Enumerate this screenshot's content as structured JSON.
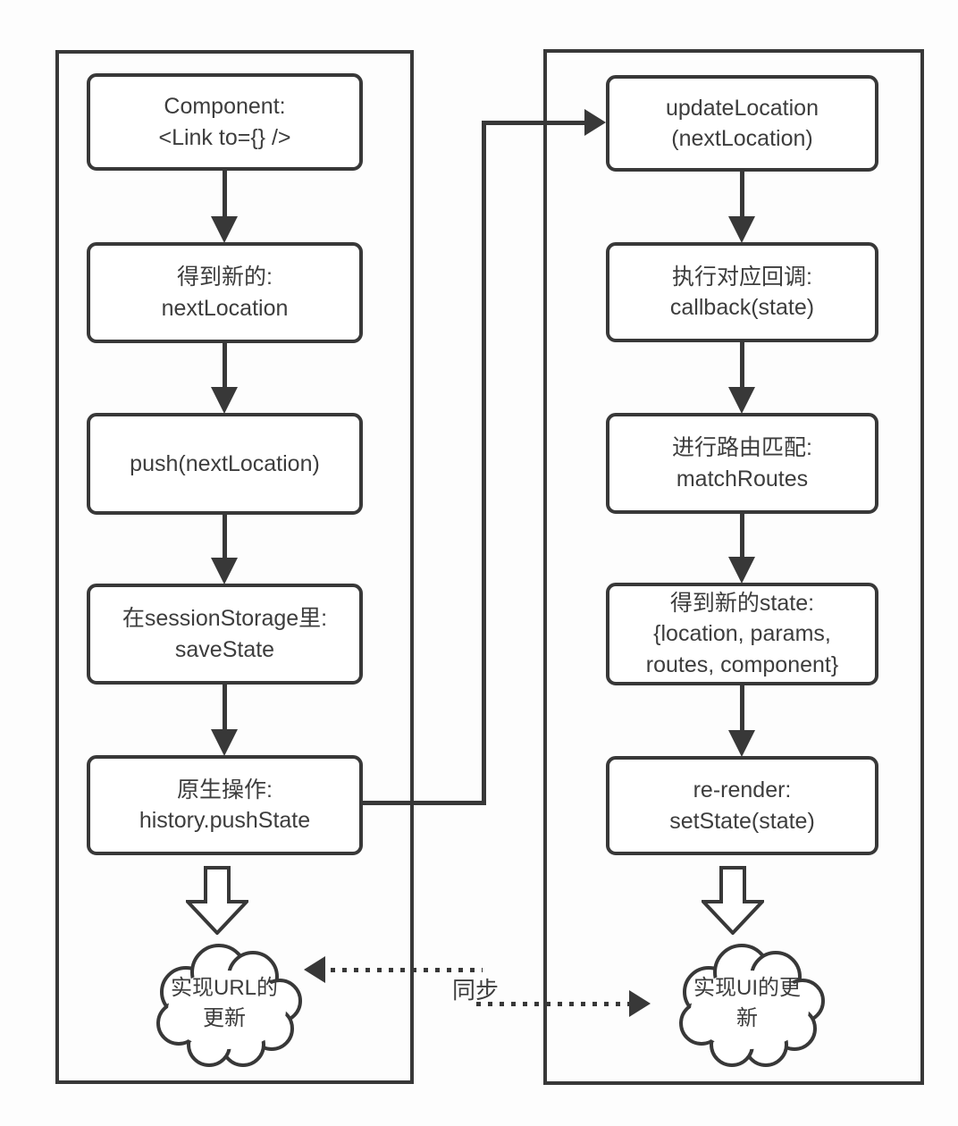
{
  "diagram": {
    "title_semantic": "react-router-history-flowchart",
    "colors": {
      "stroke": "#383838",
      "text": "#3d3d3d",
      "background": "#fdfdfd"
    },
    "left_panel": {
      "boxes": [
        {
          "line1": "Component:",
          "line2": "<Link to={} />"
        },
        {
          "line1": "得到新的:",
          "line2": "nextLocation"
        },
        {
          "line1": "push(nextLocation)",
          "line2": ""
        },
        {
          "line1": "在sessionStorage里:",
          "line2": "saveState"
        },
        {
          "line1": "原生操作:",
          "line2": "history.pushState"
        }
      ],
      "cloud": {
        "line1": "实现URL的",
        "line2": "更新"
      }
    },
    "right_panel": {
      "boxes": [
        {
          "line1": "updateLocation",
          "line2": "(nextLocation)"
        },
        {
          "line1": "执行对应回调:",
          "line2": "callback(state)"
        },
        {
          "line1": "进行路由匹配:",
          "line2": "matchRoutes"
        },
        {
          "line1": "得到新的state:",
          "line2": "{location, params,",
          "line3": "routes, component}"
        },
        {
          "line1": "re-render:",
          "line2": "setState(state)"
        }
      ],
      "cloud": {
        "line1": "实现UI的更",
        "line2": "新"
      }
    },
    "sync_label": "同步"
  }
}
